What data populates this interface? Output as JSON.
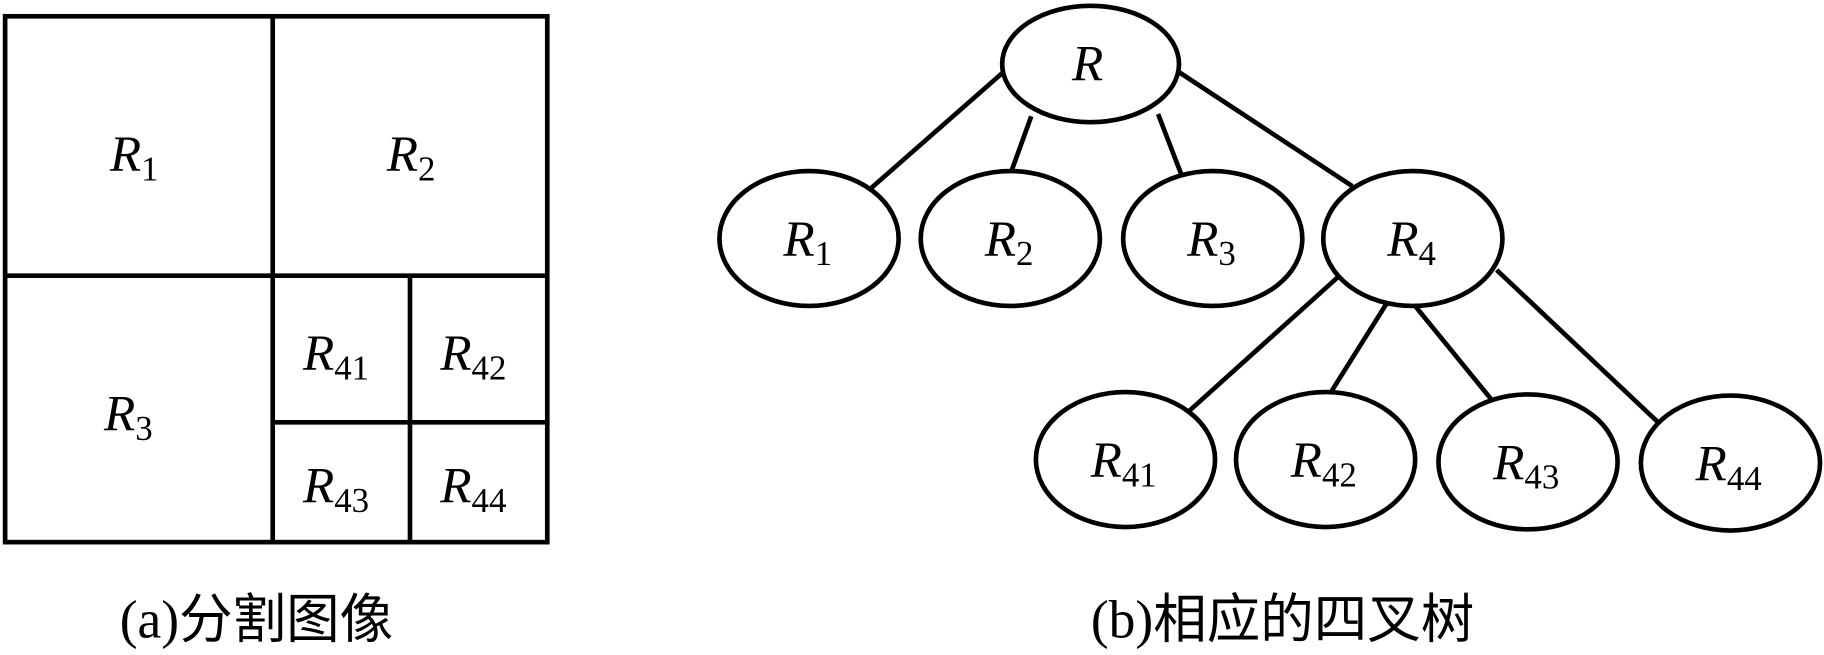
{
  "figure_a": {
    "caption": "(a)分割图像",
    "regions": [
      {
        "id": "R1",
        "base": "R",
        "sub": "1"
      },
      {
        "id": "R2",
        "base": "R",
        "sub": "2"
      },
      {
        "id": "R3",
        "base": "R",
        "sub": "3"
      },
      {
        "id": "R41",
        "base": "R",
        "sub": "41"
      },
      {
        "id": "R42",
        "base": "R",
        "sub": "42"
      },
      {
        "id": "R43",
        "base": "R",
        "sub": "43"
      },
      {
        "id": "R44",
        "base": "R",
        "sub": "44"
      }
    ]
  },
  "figure_b": {
    "caption": "(b)相应的四叉树",
    "nodes": [
      {
        "id": "R",
        "base": "R",
        "sub": "",
        "parent": null
      },
      {
        "id": "R1",
        "base": "R",
        "sub": "1",
        "parent": "R"
      },
      {
        "id": "R2",
        "base": "R",
        "sub": "2",
        "parent": "R"
      },
      {
        "id": "R3",
        "base": "R",
        "sub": "3",
        "parent": "R"
      },
      {
        "id": "R4",
        "base": "R",
        "sub": "4",
        "parent": "R"
      },
      {
        "id": "R41",
        "base": "R",
        "sub": "41",
        "parent": "R4"
      },
      {
        "id": "R42",
        "base": "R",
        "sub": "42",
        "parent": "R4"
      },
      {
        "id": "R43",
        "base": "R",
        "sub": "43",
        "parent": "R4"
      },
      {
        "id": "R44",
        "base": "R",
        "sub": "44",
        "parent": "R4"
      }
    ]
  }
}
